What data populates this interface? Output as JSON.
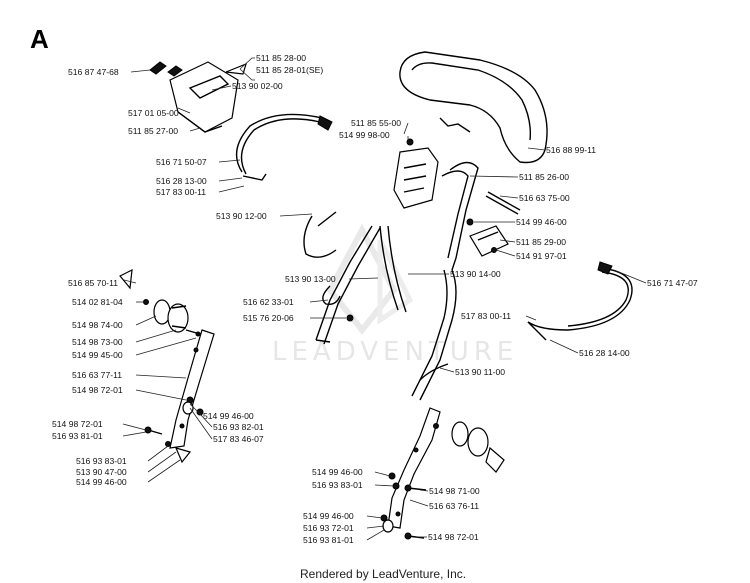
{
  "section_letter": "A",
  "watermark": "LEADVENTURE",
  "footer": "Rendered by LeadVenture, Inc.",
  "part_labels": [
    "511 85 28-00",
    "511 85 28-01(SE)",
    "516 87 47-68",
    "513 90 02-00",
    "517 01 05-00",
    "511 85 27-00",
    "511 85 55-00",
    "514 99 98-00",
    "516 88 99-11",
    "516 71 50-07",
    "516 28 13-00",
    "517 83 00-11",
    "511 85 26-00",
    "516 63 75-00",
    "513 90 12-00",
    "514 99 46-00",
    "511 85 29-00",
    "514 91 97-01",
    "516 85 70-11",
    "513 90 13-00",
    "513 90 14-00",
    "516 71 47-07",
    "514 02 81-04",
    "516 62 33-01",
    "515 76 20-06",
    "517 83 00-11",
    "514 98 74-00",
    "514 98 73-00",
    "514 99 45-00",
    "516 28 14-00",
    "516 63 77-11",
    "513 90 11-00",
    "514 98 72-01",
    "514 99 46-00",
    "516 93 82-01",
    "514 98 72-01",
    "517 83 46-07",
    "516 93 81-01",
    "516 93 83-01",
    "513 90 47-00",
    "514 99 46-00",
    "514 99 46-00",
    "516 93 83-01",
    "514 98 71-00",
    "516 63 76-11",
    "514 99 46-00",
    "516 93 72-01",
    "516 93 81-01",
    "514 98 72-01"
  ]
}
